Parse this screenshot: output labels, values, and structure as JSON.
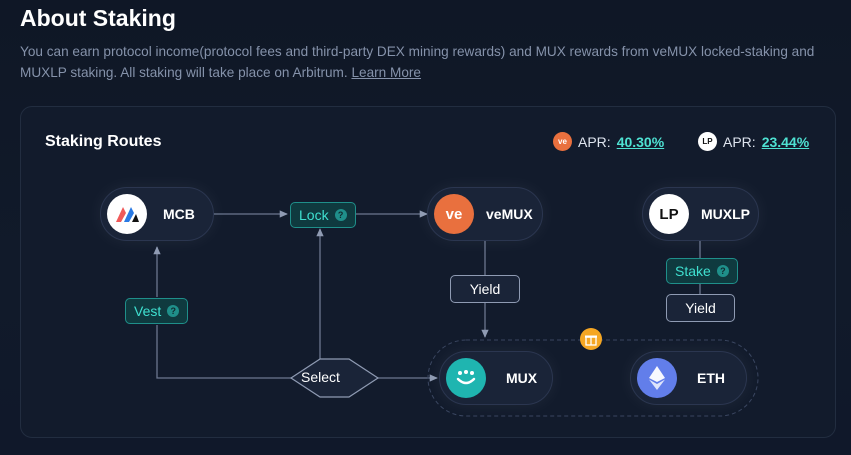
{
  "header": {
    "title": "About Staking",
    "description": "You can earn protocol income(protocol fees and third-party DEX mining rewards) and MUX rewards from veMUX locked-staking and MUXLP staking. All staking will take place on Arbitrum.",
    "learn_more": "Learn More"
  },
  "card": {
    "title": "Staking Routes",
    "apr_vemux": {
      "label": "APR:",
      "value": "40.30%",
      "icon": "vemux-icon",
      "icon_text": "ve"
    },
    "apr_muxlp": {
      "label": "APR:",
      "value": "23.44%",
      "icon": "muxlp-icon",
      "icon_text": "LP"
    }
  },
  "nodes": {
    "mcb": {
      "label": "MCB",
      "icon": "mcb-logo"
    },
    "vemux": {
      "label": "veMUX",
      "icon": "vemux-logo",
      "icon_text": "ve"
    },
    "muxlp": {
      "label": "MUXLP",
      "icon": "muxlp-logo",
      "icon_text": "LP"
    },
    "mux": {
      "label": "MUX",
      "icon": "mux-logo"
    },
    "eth": {
      "label": "ETH",
      "icon": "eth-logo"
    }
  },
  "actions": {
    "lock": "Lock",
    "vest": "Vest",
    "stake": "Stake",
    "yield_vemux": "Yield",
    "yield_muxlp": "Yield",
    "select": "Select",
    "help": "?"
  },
  "colors": {
    "accent": "#4ee1d2",
    "vemux_orange": "#e9703e",
    "mux_teal": "#1fb5b0",
    "eth_blue": "#627eea",
    "gift": "#f5a623"
  }
}
